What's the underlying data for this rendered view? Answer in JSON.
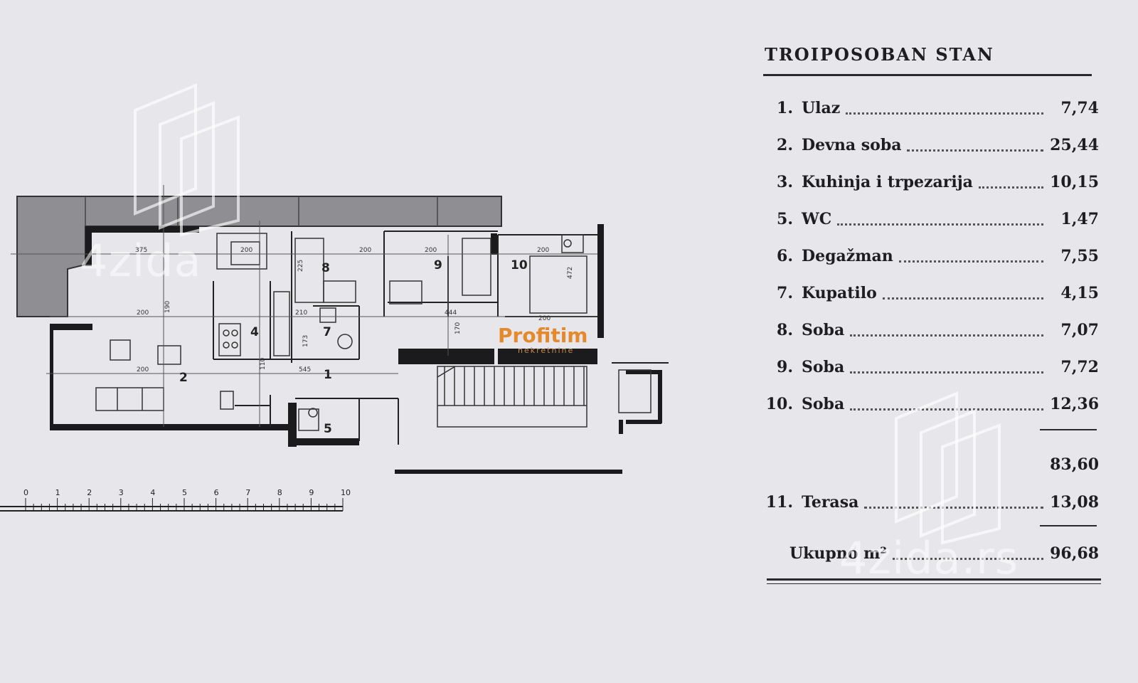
{
  "legend": {
    "title": "TROIPOSOBAN STAN",
    "rooms": [
      {
        "num": "1.",
        "name": "Ulaz",
        "area": "7,74"
      },
      {
        "num": "2.",
        "name": "Devna soba",
        "area": "25,44"
      },
      {
        "num": "3.",
        "name": "Kuhinja i trpezarija",
        "area": "10,15"
      },
      {
        "num": "5.",
        "name": "WC",
        "area": "1,47"
      },
      {
        "num": "6.",
        "name": "Degažman",
        "area": "7,55"
      },
      {
        "num": "7.",
        "name": "Kupatilo",
        "area": "4,15"
      },
      {
        "num": "8.",
        "name": "Soba",
        "area": "7,07"
      },
      {
        "num": "9.",
        "name": "Soba",
        "area": "7,72"
      },
      {
        "num": "10.",
        "name": "Soba",
        "area": "12,36"
      }
    ],
    "subtotal": "83,60",
    "terrace": {
      "num": "11.",
      "name": "Terasa",
      "area": "13,08"
    },
    "total_label": "Ukupno m²",
    "total": "96,68"
  },
  "plan": {
    "room_labels": [
      "1",
      "2",
      "4",
      "5",
      "7",
      "8",
      "9",
      "10"
    ],
    "scale_labels": [
      "0",
      "1",
      "2",
      "3",
      "4",
      "5",
      "6",
      "7",
      "8",
      "9",
      "10"
    ],
    "dimension_labels": [
      "375",
      "200",
      "225",
      "200",
      "200",
      "200",
      "472",
      "190",
      "200",
      "444",
      "210",
      "173",
      "200",
      "545",
      "170",
      "110",
      "200"
    ]
  },
  "watermarks": {
    "site": "4zida",
    "site_full": "4zida.rs",
    "brand": "Profitim",
    "brand_sub": "nekretnine"
  },
  "colors": {
    "paper": "#e7e6ea",
    "ink": "#1e1e22",
    "terrace_fill": "#8f8e93",
    "brand": "#e58a2c"
  }
}
